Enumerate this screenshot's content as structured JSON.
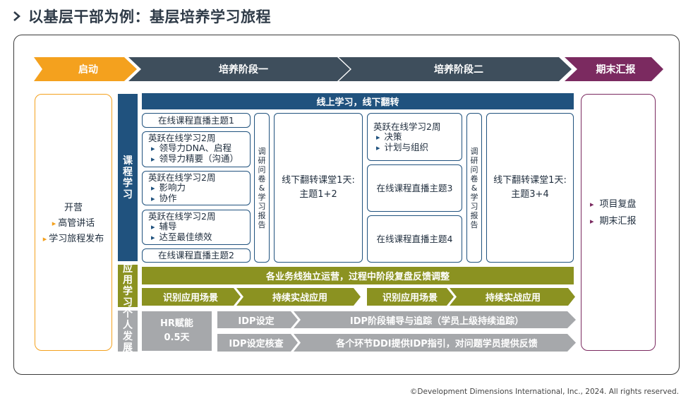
{
  "title": "以基层干部为例：基层培养学习旅程",
  "phases": {
    "start": "启动",
    "stage1": "培养阶段一",
    "stage2": "培养阶段二",
    "end": "期末汇报"
  },
  "launch": {
    "head": "开营",
    "items": [
      "高管讲话",
      "学习旅程发布"
    ]
  },
  "side_labels": {
    "course": "课程学习",
    "apply": "应用学习",
    "personal": "个人发展"
  },
  "online_banner": "线上学习，线下翻转",
  "stage1_courses": {
    "live1": "在线课程直播主题1",
    "block1": {
      "title": "英跃在线学习2周",
      "bullets": [
        "领导力DNA、启程",
        "领导力精要（沟通）"
      ]
    },
    "block2": {
      "title": "英跃在线学习2周",
      "bullets": [
        "影响力",
        "协作"
      ]
    },
    "block3": {
      "title": "英跃在线学习2周",
      "bullets": [
        "辅导",
        "达至最佳绩效"
      ]
    },
    "live2": "在线课程直播主题2"
  },
  "survey_label": "调研问卷&学习报告",
  "flip1": {
    "line1": "线下翻转课堂1天:",
    "line2": "主题1+2"
  },
  "stage2_courses": {
    "block1": {
      "title": "英跃在线学习2周",
      "bullets": [
        "决策",
        "计划与组织"
      ]
    },
    "live3": "在线课程直播主题3",
    "live4": "在线课程直播主题4"
  },
  "flip2": {
    "line1": "线下翻转课堂1天:",
    "line2": "主题3+4"
  },
  "final": {
    "items": [
      "项目复盘",
      "期末汇报"
    ]
  },
  "apply_banner": "各业务线独立运营，过程中阶段复盘反馈调整",
  "apply_steps": [
    "识别应用场景",
    "持续实战应用",
    "识别应用场景",
    "持续实战应用"
  ],
  "personal": {
    "hr": {
      "line1": "HR赋能",
      "line2": "0.5天"
    },
    "idp_set": "IDP设定",
    "idp_track": "IDP阶段辅导与追踪（学员上级持续追踪）",
    "idp_check": "IDP设定核查",
    "idp_guide": "各个环节DDI提供IDP指引，对问题学员提供反馈"
  },
  "footer": "©Development Dimensions International, Inc., 2024. All rights reserved.",
  "colors": {
    "orange": "#f4a11e",
    "slate": "#3e4e5c",
    "purple": "#7b2a60",
    "navy": "#20527e",
    "olive": "#8b9221",
    "gray": "#a6a8ab"
  }
}
